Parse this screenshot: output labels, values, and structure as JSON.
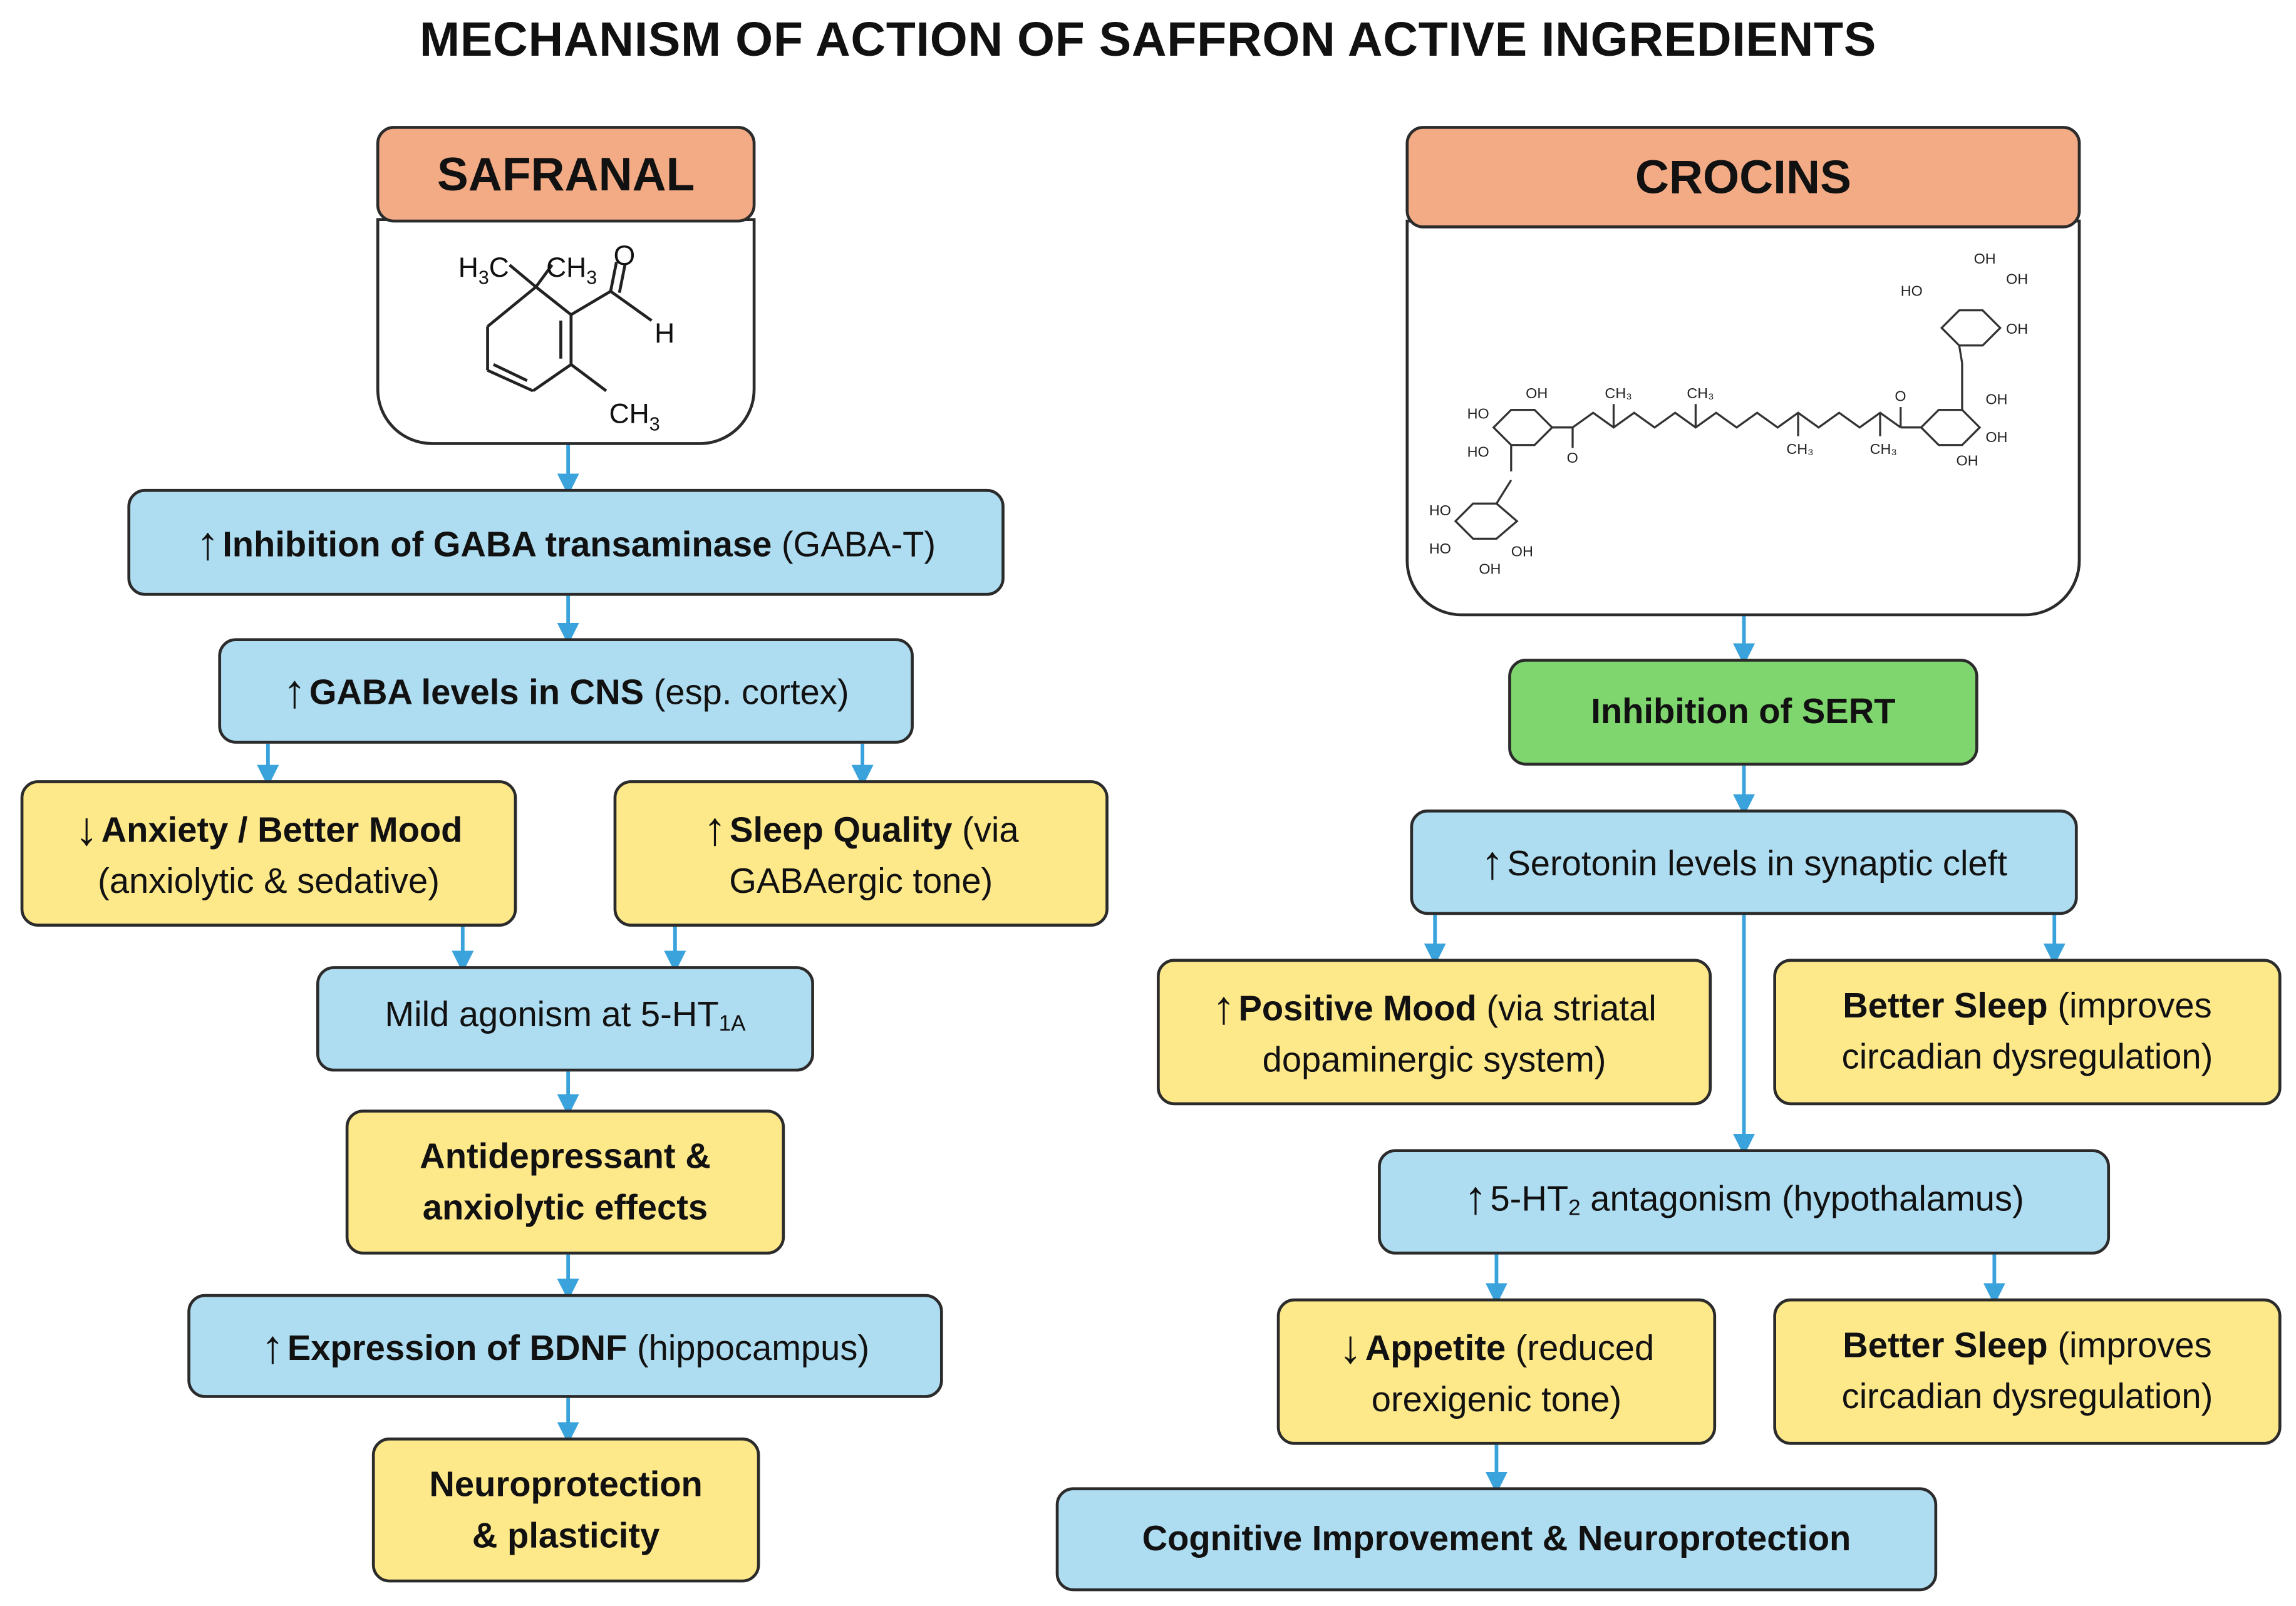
{
  "title": "MECHANISM OF ACTION OF SAFFRON ACTIVE INGREDIENTS",
  "colors": {
    "blue": "#aedcf0",
    "yellow": "#fde88a",
    "green": "#80d66e",
    "header": "#f2ab84",
    "arrow": "#3aa3dc"
  },
  "safranal": {
    "header": "SAFRANAL",
    "structure": {
      "me1": "H",
      "me1_sub": "3",
      "me1_c": "C",
      "me2": "CH",
      "me2_sub": "3",
      "o": "O",
      "h": "H",
      "me3": "CH",
      "me3_sub": "3"
    },
    "gaba_t": {
      "arrow": "↑",
      "bold": "Inhibition of GABA transaminase",
      "normal": " (GABA-T)"
    },
    "gaba_levels": {
      "arrow": "↑",
      "bold": "GABA levels in CNS",
      "normal": " (esp. cortex)"
    },
    "anxiety": {
      "arrow": "↓",
      "bold": "Anxiety / Better Mood",
      "line2": "(anxiolytic & sedative)"
    },
    "sleep": {
      "arrow": "↑",
      "bold": "Sleep Quality",
      "normal": " (via",
      "line2": "GABAergic tone)"
    },
    "agonism": {
      "text": "Mild agonism at 5-HT",
      "sub": "1A"
    },
    "antidep": {
      "line1": "Antidepressant &",
      "line2": "anxiolytic effects"
    },
    "bdnf": {
      "arrow": "↑",
      "bold": "Expression of BDNF",
      "normal": " (hippocampus)"
    },
    "neuro": {
      "line1": "Neuroprotection",
      "line2": "& plasticity"
    }
  },
  "crocins": {
    "header": "CROCINS",
    "structure": {
      "ch3": "CH₃",
      "ho": "HO",
      "oh": "OH",
      "o": "O"
    },
    "sert": {
      "text": "Inhibition of SERT"
    },
    "serotonin": {
      "arrow": "↑",
      "text": "Serotonin levels in synaptic cleft"
    },
    "positive_mood": {
      "arrow": "↑",
      "bold": "Positive Mood",
      "normal": " (via striatal",
      "line2": "dopaminergic system)"
    },
    "better_sleep_1": {
      "bold": "Better Sleep",
      "normal": " (improves",
      "line2": "circadian dysregulation)"
    },
    "antagonism": {
      "arrow": "↑",
      "pre": "5-HT",
      "sub": "2",
      "post": " antagonism (hypothalamus)"
    },
    "appetite": {
      "arrow": "↓",
      "bold": "Appetite",
      "normal": " (reduced",
      "line2": "orexigenic tone)"
    },
    "better_sleep_2": {
      "bold": "Better Sleep",
      "normal": " (improves",
      "line2": "circadian dysregulation)"
    },
    "cognitive": {
      "text": "Cognitive Improvement & Neuroprotection"
    }
  }
}
